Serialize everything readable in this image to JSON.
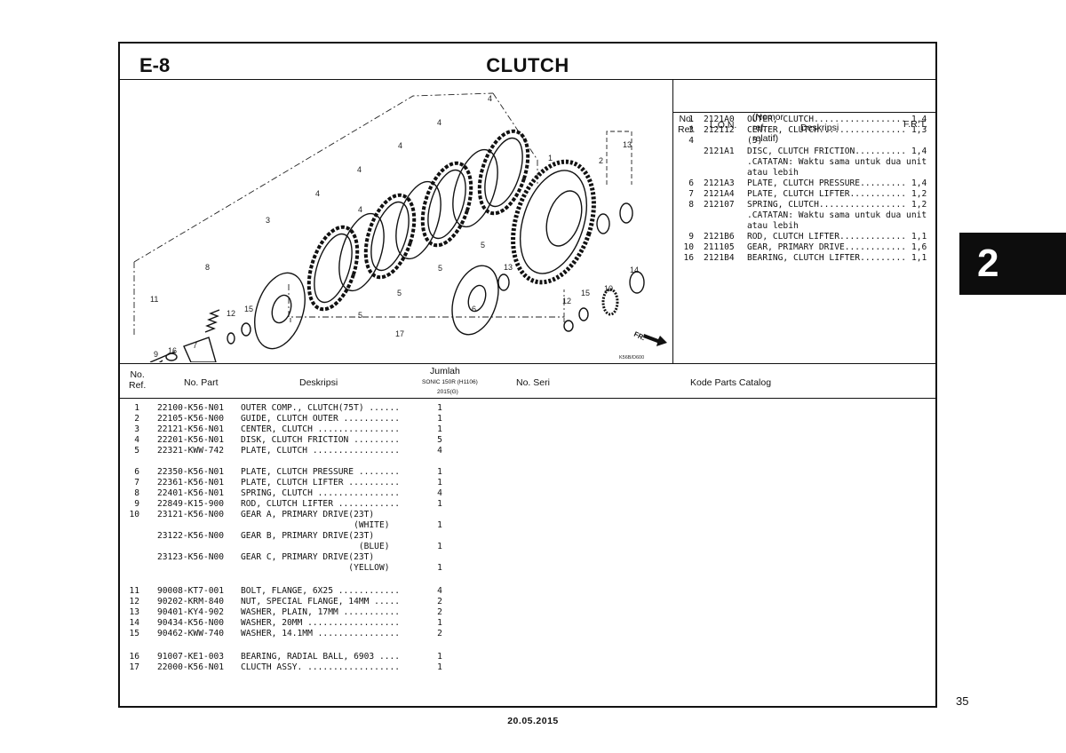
{
  "header": {
    "code": "E-8",
    "title": "CLUTCH"
  },
  "figure": {
    "id": "K56B/D600",
    "fr_label": "FR.",
    "callouts": [
      "4",
      "4",
      "4",
      "4",
      "4",
      "4",
      "13",
      "2",
      "1",
      "3",
      "5",
      "5",
      "5",
      "5",
      "8",
      "11",
      "12",
      "15",
      "6",
      "13",
      "12",
      "15",
      "10",
      "14",
      "17",
      "7",
      "16",
      "9"
    ]
  },
  "ref_table": {
    "headers": {
      "ref": "No.\nRef.",
      "lon": "L.O.N.",
      "desc_top": "(Nomor ref. relatif)",
      "desc": "Deskripsi",
      "frt": "F.R.T."
    },
    "rows": [
      {
        "ref": "1",
        "lon": "2121A0",
        "desc": "OUTER, CLUTCH..................",
        "frt": "1,4"
      },
      {
        "ref": "3",
        "lon": "212112",
        "desc": "CENTER, CLUTCH.................",
        "frt": "1,3"
      },
      {
        "ref": "4",
        "lon": "",
        "desc": "(5)",
        "frt": ""
      },
      {
        "ref": "",
        "lon": "2121A1",
        "desc": "DISC, CLUTCH FRICTION..........",
        "frt": "1,4"
      },
      {
        "ref": "",
        "lon": "",
        "desc": ".CATATAN: Waktu sama untuk dua unit",
        "frt": ""
      },
      {
        "ref": "",
        "lon": "",
        "desc": "atau lebih",
        "frt": ""
      },
      {
        "ref": "6",
        "lon": "2121A3",
        "desc": "PLATE, CLUTCH PRESSURE.........",
        "frt": "1,4"
      },
      {
        "ref": "7",
        "lon": "2121A4",
        "desc": "PLATE, CLUTCH LIFTER...........",
        "frt": "1,2"
      },
      {
        "ref": "8",
        "lon": "212107",
        "desc": "SPRING, CLUTCH.................",
        "frt": "1,2"
      },
      {
        "ref": "",
        "lon": "",
        "desc": ".CATATAN: Waktu sama untuk dua unit",
        "frt": ""
      },
      {
        "ref": "",
        "lon": "",
        "desc": "atau lebih",
        "frt": ""
      },
      {
        "ref": "9",
        "lon": "2121B6",
        "desc": "ROD, CLUTCH LIFTER.............",
        "frt": "1,1"
      },
      {
        "ref": "10",
        "lon": "211105",
        "desc": "GEAR, PRIMARY DRIVE............",
        "frt": "1,6"
      },
      {
        "ref": "16",
        "lon": "2121B4",
        "desc": "BEARING, CLUTCH LIFTER.........",
        "frt": "1,1"
      }
    ]
  },
  "parts_table": {
    "headers": {
      "ref": "No.\nRef.",
      "part": "No. Part",
      "desc": "Deskripsi",
      "qty": "Jumlah",
      "qty_model": "SONIC 150R (H1106)",
      "qty_year": "2015(G)",
      "serial": "No. Seri",
      "catalog": "Kode Parts Catalog"
    },
    "rows": [
      {
        "ref": "1",
        "part": "22100-K56-N01",
        "desc": "OUTER COMP., CLUTCH(75T) ......",
        "qty": "1"
      },
      {
        "ref": "2",
        "part": "22105-K56-N00",
        "desc": "GUIDE, CLUTCH OUTER ...........",
        "qty": "1"
      },
      {
        "ref": "3",
        "part": "22121-K56-N01",
        "desc": "CENTER, CLUTCH ................",
        "qty": "1"
      },
      {
        "ref": "4",
        "part": "22201-K56-N01",
        "desc": "DISK, CLUTCH FRICTION .........",
        "qty": "5"
      },
      {
        "ref": "5",
        "part": "22321-KWW-742",
        "desc": "PLATE, CLUTCH .................",
        "qty": "4"
      },
      {
        "ref": "6",
        "part": "22350-K56-N01",
        "desc": "PLATE, CLUTCH PRESSURE ........",
        "qty": "1"
      },
      {
        "ref": "7",
        "part": "22361-K56-N01",
        "desc": "PLATE, CLUTCH LIFTER ..........",
        "qty": "1"
      },
      {
        "ref": "8",
        "part": "22401-K56-N01",
        "desc": "SPRING, CLUTCH ................",
        "qty": "4"
      },
      {
        "ref": "9",
        "part": "22849-K15-900",
        "desc": "ROD, CLUTCH LIFTER ............",
        "qty": "1"
      },
      {
        "ref": "10",
        "part": "23121-K56-N00",
        "desc": "GEAR A, PRIMARY DRIVE(23T)",
        "qty": ""
      },
      {
        "ref": "",
        "part": "",
        "desc": "                      (WHITE)",
        "qty": "1"
      },
      {
        "ref": "",
        "part": "23122-K56-N00",
        "desc": "GEAR B, PRIMARY DRIVE(23T)",
        "qty": ""
      },
      {
        "ref": "",
        "part": "",
        "desc": "                       (BLUE)",
        "qty": "1"
      },
      {
        "ref": "",
        "part": "23123-K56-N00",
        "desc": "GEAR C, PRIMARY DRIVE(23T)",
        "qty": ""
      },
      {
        "ref": "",
        "part": "",
        "desc": "                     (YELLOW)",
        "qty": "1"
      },
      {
        "ref": "11",
        "part": "90008-KT7-001",
        "desc": "BOLT, FLANGE, 6X25 ............",
        "qty": "4"
      },
      {
        "ref": "12",
        "part": "90202-KRM-840",
        "desc": "NUT, SPECIAL FLANGE, 14MM .....",
        "qty": "2"
      },
      {
        "ref": "13",
        "part": "90401-KY4-902",
        "desc": "WASHER, PLAIN, 17MM ...........",
        "qty": "2"
      },
      {
        "ref": "14",
        "part": "90434-K56-N00",
        "desc": "WASHER, 20MM ..................",
        "qty": "1"
      },
      {
        "ref": "15",
        "part": "90462-KWW-740",
        "desc": "WASHER, 14.1MM ................",
        "qty": "2"
      },
      {
        "ref": "16",
        "part": "91007-KE1-003",
        "desc": "BEARING, RADIAL BALL, 6903 ....",
        "qty": "1"
      },
      {
        "ref": "17",
        "part": "22000-K56-N01",
        "desc": "CLUCTH ASSY. ..................",
        "qty": "1"
      }
    ]
  },
  "side_tab": "2",
  "page_number": "35",
  "date": "20.05.2015"
}
